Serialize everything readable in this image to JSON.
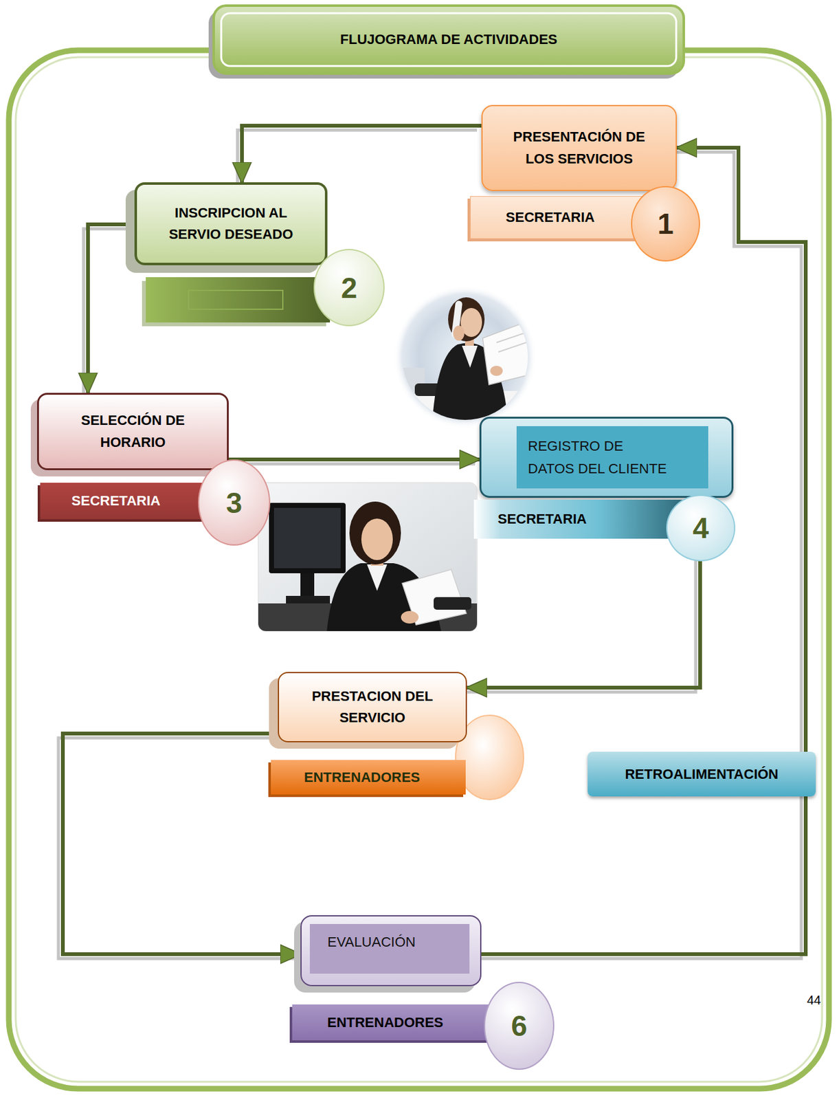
{
  "diagram": {
    "title": "FLUJOGRAMA DE ACTIVIDADES",
    "nodes": [
      {
        "text": [
          "PRESENTACIÓN DE LOS SERVICIOS"
        ]
      },
      {
        "text": [
          "SECRETARIA"
        ]
      },
      {
        "text": [
          "1"
        ]
      },
      {
        "text": [
          "INSCRIPCION AL SERVIO DESEADO"
        ]
      },
      {
        "text": [
          "2"
        ]
      },
      {
        "text": [
          "SELECCIÓN DE HORARIO"
        ]
      },
      {
        "text": [
          "SECRETARIA"
        ]
      },
      {
        "text": [
          "3"
        ]
      },
      {
        "text": [
          "REGISTRO DE DATOS DEL CLIENTE"
        ]
      },
      {
        "text": [
          "SECRETARIA"
        ]
      },
      {
        "text": [
          "4"
        ]
      },
      {
        "text": [
          "PRESTACION DEL SERVICIO"
        ]
      },
      {
        "text": [
          "ENTRENADORES"
        ]
      },
      {
        "text": [
          "RETROALIMENTACIÓN"
        ]
      },
      {
        "text": [
          "EVALUACIÓN"
        ]
      },
      {
        "text": [
          "ENTRENADORES"
        ]
      },
      {
        "text": [
          "6"
        ]
      }
    ],
    "edges": [
      {
        "from": 0,
        "to": 3,
        "arrow": "to"
      },
      {
        "from": 3,
        "to": 5,
        "arrow": "to"
      },
      {
        "from": 5,
        "to": 8,
        "arrow": "to"
      },
      {
        "from": 8,
        "to": 11,
        "arrow": "to"
      },
      {
        "from": 11,
        "to": 14,
        "arrow": "to"
      },
      {
        "from": 14,
        "to": 0,
        "arrow": "to"
      }
    ],
    "labels": [
      "44"
    ]
  }
}
